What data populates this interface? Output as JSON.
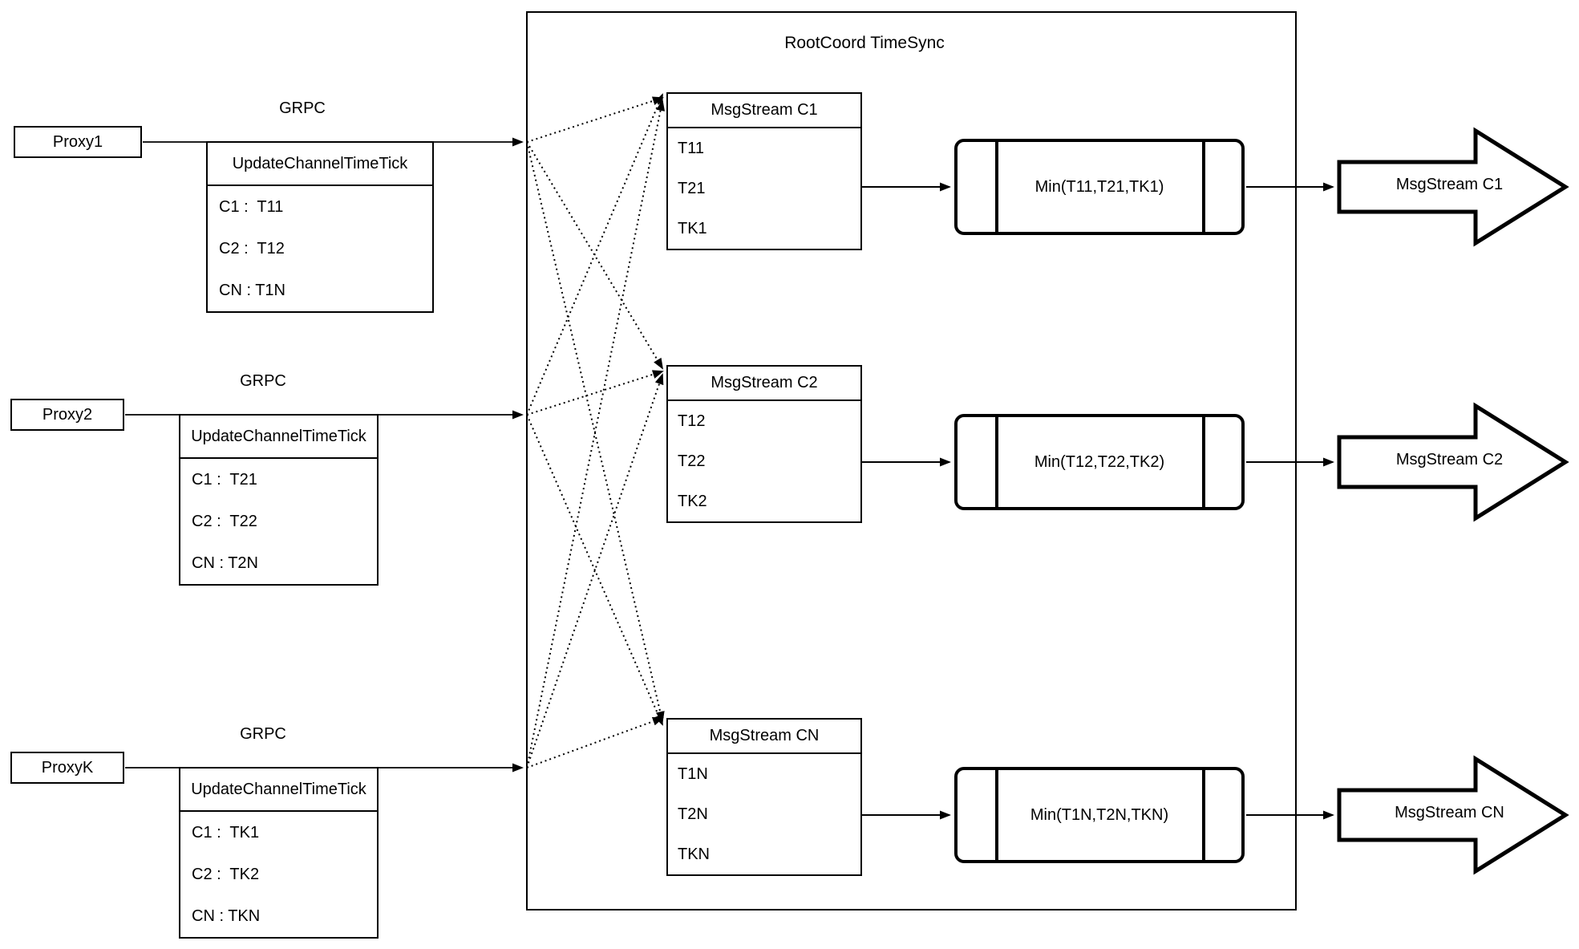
{
  "rootcoord": {
    "title": "RootCoord TimeSync"
  },
  "proxies": [
    {
      "name": "Proxy1",
      "grpc_label": "GRPC",
      "table_header": "UpdateChannelTimeTick",
      "rows": [
        "C1 :  T11",
        "C2 :  T12",
        "CN : T1N"
      ]
    },
    {
      "name": "Proxy2",
      "grpc_label": "GRPC",
      "table_header": "UpdateChannelTimeTick",
      "rows": [
        "C1 :  T21",
        "C2 :  T22",
        "CN : T2N"
      ]
    },
    {
      "name": "ProxyK",
      "grpc_label": "GRPC",
      "table_header": "UpdateChannelTimeTick",
      "rows": [
        "C1 :  TK1",
        "C2 :  TK2",
        "CN : TKN"
      ]
    }
  ],
  "streams": [
    {
      "header": "MsgStream C1",
      "rows": [
        "T11",
        "T21",
        "TK1"
      ],
      "min_label": "Min(T11,T21,TK1)",
      "output_label": "MsgStream C1"
    },
    {
      "header": "MsgStream C2",
      "rows": [
        "T12",
        "T22",
        "TK2"
      ],
      "min_label": "Min(T12,T22,TK2)",
      "output_label": "MsgStream C2"
    },
    {
      "header": "MsgStream CN",
      "rows": [
        "T1N",
        "T2N",
        "TKN"
      ],
      "min_label": "Min(T1N,T2N,TKN)",
      "output_label": "MsgStream CN"
    }
  ],
  "colors": {
    "stroke": "#000000",
    "background": "#ffffff"
  }
}
